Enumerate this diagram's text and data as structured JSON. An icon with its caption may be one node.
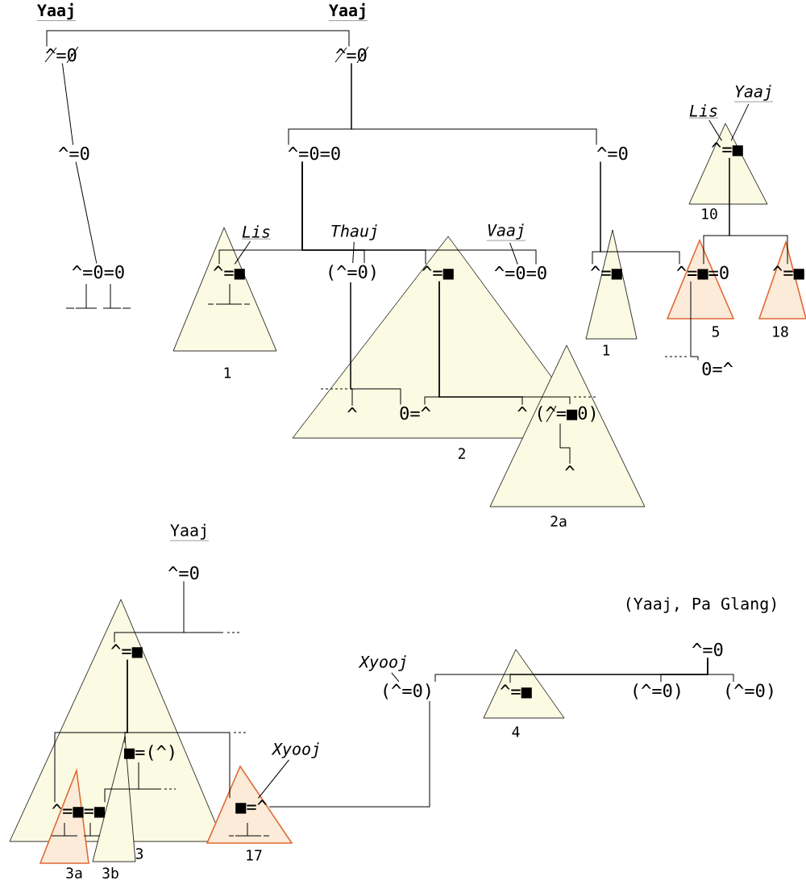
{
  "diagram": {
    "nodes": [
      {
        "text": [
          "^=0"
        ],
        "beside": [
          "Yaaj"
        ]
      },
      {
        "text": [
          "^=0"
        ],
        "beside": [
          "Yaaj"
        ]
      },
      {
        "text": [
          "^=0"
        ]
      },
      {
        "text": [
          "^=0=0"
        ]
      },
      {
        "text": [
          "^=0=0"
        ]
      },
      {
        "text": [
          "^=0"
        ]
      },
      {
        "text": [
          "^=■"
        ]
      },
      {
        "text": [
          "(^=0)"
        ]
      },
      {
        "text": [
          "^=■"
        ]
      },
      {
        "text": [
          "^=0=0"
        ]
      },
      {
        "text": [
          "^=■"
        ]
      },
      {
        "text": [
          "^=■=0"
        ]
      },
      {
        "text": [
          "^=■"
        ]
      },
      {
        "text": [
          "^=■"
        ]
      },
      {
        "text": [
          "^"
        ]
      },
      {
        "text": [
          "0=^"
        ]
      },
      {
        "text": [
          "^"
        ]
      },
      {
        "text": [
          "(^=■0)"
        ]
      },
      {
        "text": [
          "^"
        ]
      },
      {
        "text": [
          "0=^"
        ]
      },
      {
        "text": [
          "^=0"
        ],
        "beside": [
          "Yaaj"
        ]
      },
      {
        "text": [
          "^=■"
        ]
      },
      {
        "text": [
          "■=(^)"
        ]
      },
      {
        "text": [
          "^=■=■"
        ]
      },
      {
        "text": [
          "■=^"
        ]
      },
      {
        "text": [
          "^=0"
        ],
        "beside": [
          "(Yaaj, Pa Glang)"
        ]
      },
      {
        "text": [
          "(^=0)"
        ]
      },
      {
        "text": [
          "^=■"
        ]
      },
      {
        "text": [
          "(^=0)"
        ]
      },
      {
        "text": [
          "(^=0)"
        ]
      },
      {
        "text": [
          "Lis"
        ]
      },
      {
        "text": [
          "Thauj"
        ]
      },
      {
        "text": [
          "Vaaj"
        ]
      },
      {
        "text": [
          "Lis"
        ]
      },
      {
        "text": [
          "Yaaj"
        ]
      },
      {
        "text": [
          "Xyooj"
        ]
      },
      {
        "text": [
          "Xyooj"
        ]
      }
    ],
    "edges": [
      {
        "from": 0,
        "to": 1,
        "arrow": "none"
      },
      {
        "from": 1,
        "to": 4,
        "arrow": "none"
      },
      {
        "from": 1,
        "to": 5,
        "arrow": "none"
      },
      {
        "from": 0,
        "to": 2,
        "arrow": "none"
      },
      {
        "from": 2,
        "to": 3,
        "arrow": "none"
      },
      {
        "from": 4,
        "to": 6,
        "arrow": "none"
      },
      {
        "from": 4,
        "to": 7,
        "arrow": "none"
      },
      {
        "from": 4,
        "to": 8,
        "arrow": "none"
      },
      {
        "from": 4,
        "to": 9,
        "arrow": "none"
      },
      {
        "from": 5,
        "to": 10,
        "arrow": "none"
      },
      {
        "from": 5,
        "to": 11,
        "arrow": "none"
      },
      {
        "from": 13,
        "to": 11,
        "arrow": "none"
      },
      {
        "from": 13,
        "to": 12,
        "arrow": "none"
      },
      {
        "from": 7,
        "to": 14,
        "arrow": "none"
      },
      {
        "from": 7,
        "to": 15,
        "arrow": "none"
      },
      {
        "from": 8,
        "to": 15,
        "arrow": "none"
      },
      {
        "from": 8,
        "to": 16,
        "arrow": "none"
      },
      {
        "from": 8,
        "to": 17,
        "arrow": "none"
      },
      {
        "from": 17,
        "to": 18,
        "arrow": "none"
      },
      {
        "from": 11,
        "to": 19,
        "arrow": "none"
      },
      {
        "from": 20,
        "to": 21,
        "arrow": "none"
      },
      {
        "from": 21,
        "to": 22,
        "arrow": "none"
      },
      {
        "from": 21,
        "to": 23,
        "arrow": "none"
      },
      {
        "from": 21,
        "to": 24,
        "arrow": "none"
      },
      {
        "from": 22,
        "to": 23,
        "arrow": "none"
      },
      {
        "from": 25,
        "to": 26,
        "arrow": "none"
      },
      {
        "from": 25,
        "to": 27,
        "arrow": "none"
      },
      {
        "from": 25,
        "to": 28,
        "arrow": "none"
      },
      {
        "from": 25,
        "to": 29,
        "arrow": "none"
      },
      {
        "from": 26,
        "to": 24,
        "arrow": "none"
      },
      {
        "from": 30,
        "to": 6,
        "arrow": "none"
      },
      {
        "from": 31,
        "to": 7,
        "arrow": "none"
      },
      {
        "from": 32,
        "to": 9,
        "arrow": "none"
      },
      {
        "from": 33,
        "to": 13,
        "arrow": "none"
      },
      {
        "from": 34,
        "to": 13,
        "arrow": "none"
      },
      {
        "from": 35,
        "to": 24,
        "arrow": "none"
      },
      {
        "from": 36,
        "to": 26,
        "arrow": "none"
      }
    ],
    "labels": [
      "10",
      "5",
      "18",
      "1",
      "1",
      "2",
      "2a",
      "4",
      "3",
      "17",
      "3a",
      "3b"
    ]
  }
}
